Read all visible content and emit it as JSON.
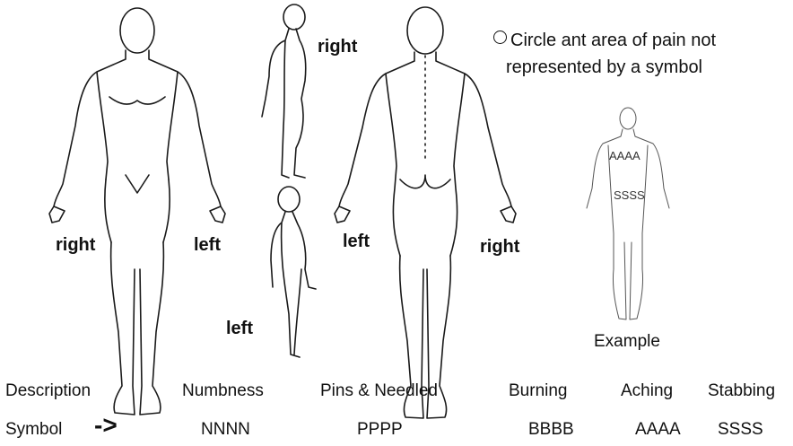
{
  "figure_labels": {
    "front_right": "right",
    "front_left": "left",
    "side_top": "right",
    "side_bottom": "left",
    "back_left": "left",
    "back_right": "right"
  },
  "instructions": {
    "line1": "Circle ant area of pain not",
    "line2": "represented by a symbol"
  },
  "example": {
    "caption": "Example",
    "mark_chest": "AAAA",
    "mark_abdomen": "SSSS"
  },
  "legend": {
    "description_label": "Description",
    "symbol_label": "Symbol",
    "arrow": "->",
    "items": [
      {
        "description": "Numbness",
        "symbol": "NNNN"
      },
      {
        "description": "Pins & Needled",
        "symbol": "PPPP"
      },
      {
        "description": "Burning",
        "symbol": "BBBB"
      },
      {
        "description": "Aching",
        "symbol": "AAAA"
      },
      {
        "description": "Stabbing",
        "symbol": "SSSS"
      }
    ]
  }
}
